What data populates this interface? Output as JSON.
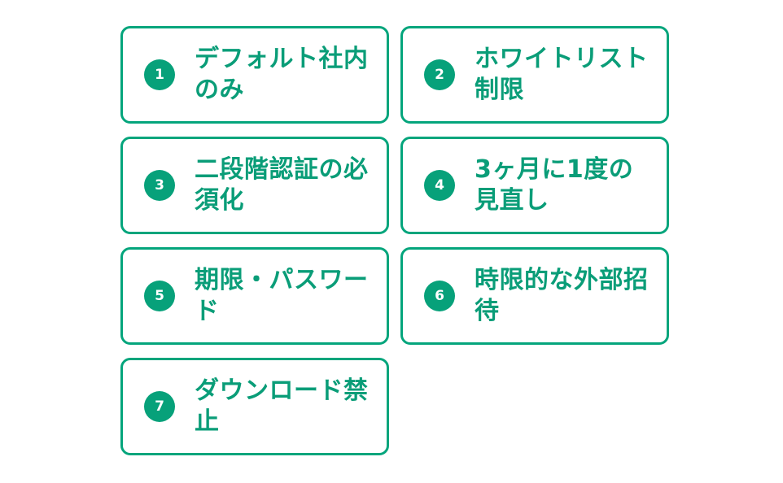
{
  "page": {
    "background_color": "#ffffff",
    "accent_color": "#0a9d78",
    "border_color": "#04a57c",
    "badge_color": "#07a17a",
    "badge_text_color": "#ffffff",
    "layout": "two-column card grid",
    "card_count": 7
  },
  "cards": [
    {
      "number": "1",
      "label": "デフォルト社内のみ"
    },
    {
      "number": "2",
      "label": "ホワイトリスト制限"
    },
    {
      "number": "3",
      "label": "二段階認証の必須化"
    },
    {
      "number": "4",
      "label": "3ヶ月に1度の見直し"
    },
    {
      "number": "5",
      "label": "期限・パスワード"
    },
    {
      "number": "6",
      "label": "時限的な外部招待"
    },
    {
      "number": "7",
      "label": "ダウンロード禁止"
    }
  ]
}
